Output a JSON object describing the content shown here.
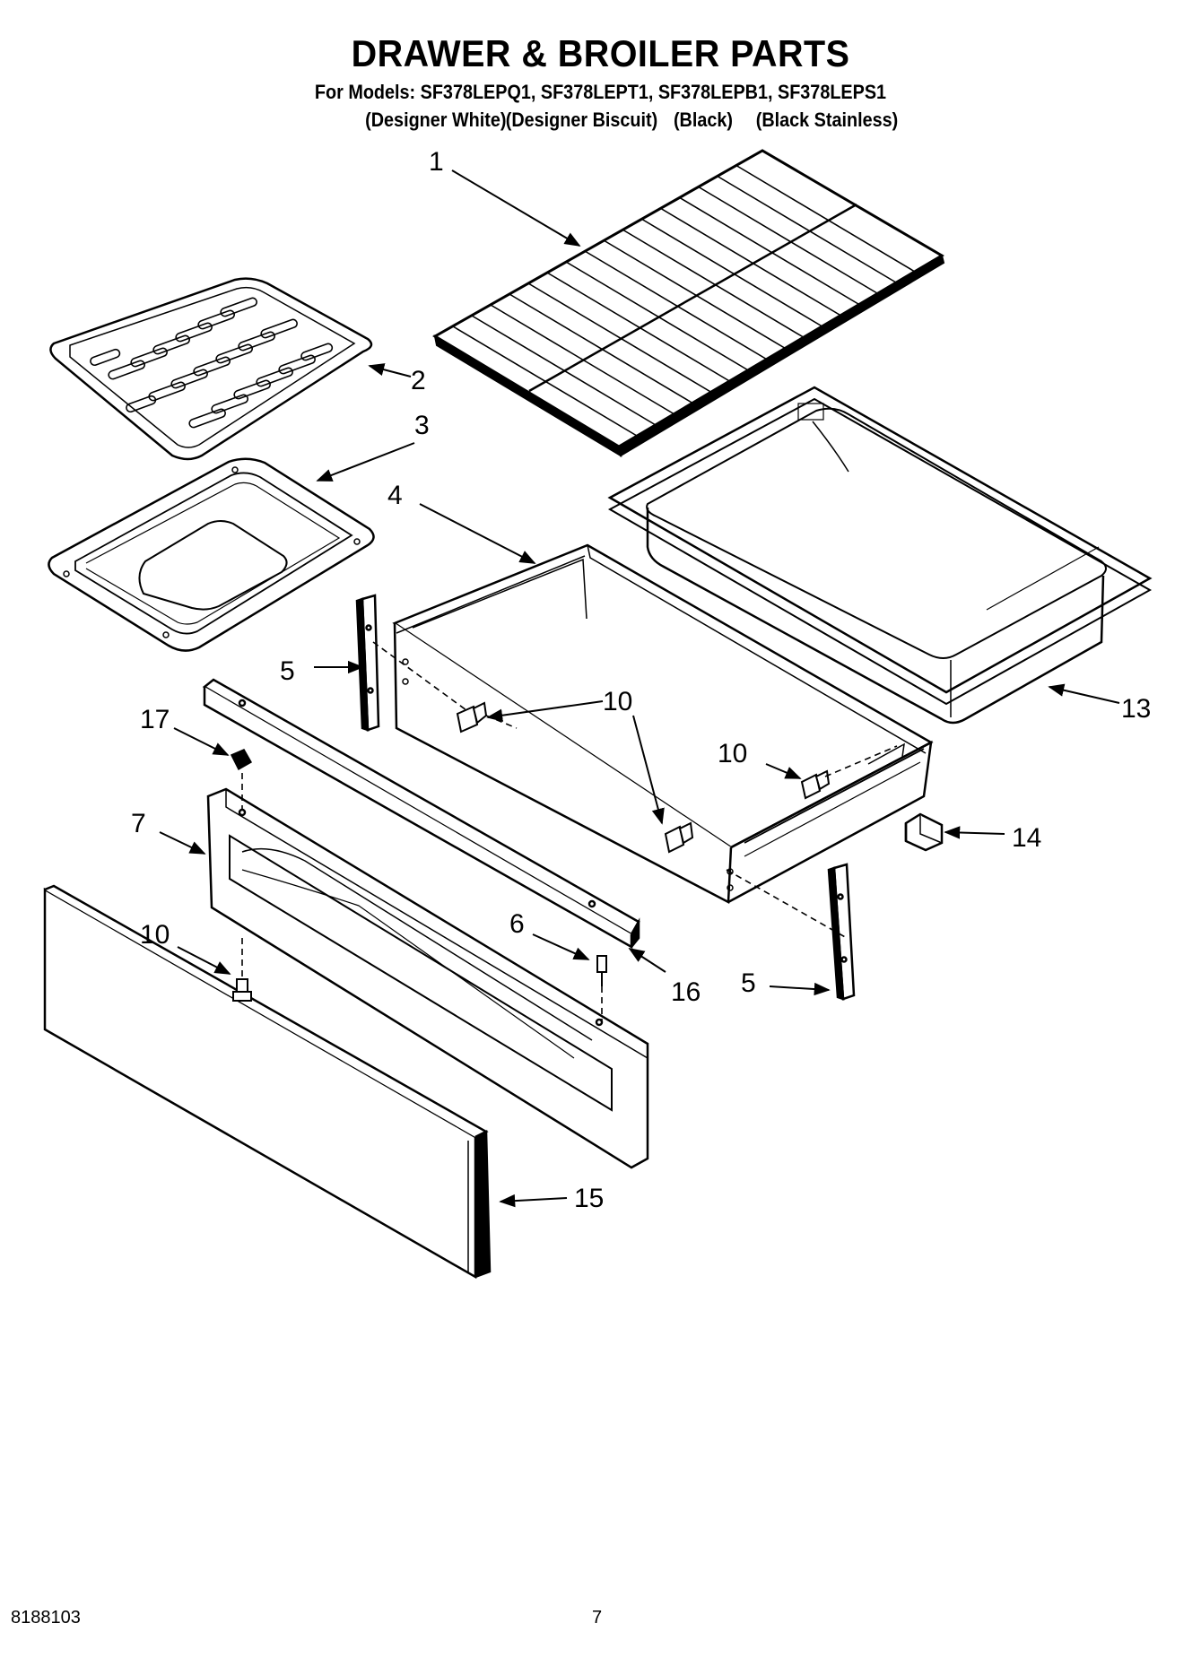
{
  "title": "DRAWER & BROILER PARTS",
  "models_line": "For Models: SF378LEPQ1, SF378LEPT1, SF378LEPB1, SF378LEPS1",
  "variants": [
    "(Designer White)",
    "(Designer Biscuit)",
    "(Black)",
    "(Black Stainless)"
  ],
  "callouts": {
    "c1": "1",
    "c2": "2",
    "c3": "3",
    "c4": "4",
    "c5a": "5",
    "c5b": "5",
    "c6": "6",
    "c7": "7",
    "c10a": "10",
    "c10b": "10",
    "c10c": "10",
    "c10d": "10",
    "c13": "13",
    "c14": "14",
    "c15": "15",
    "c16": "16",
    "c17": "17"
  },
  "footer": {
    "doc_number": "8188103",
    "page_number": "7"
  }
}
